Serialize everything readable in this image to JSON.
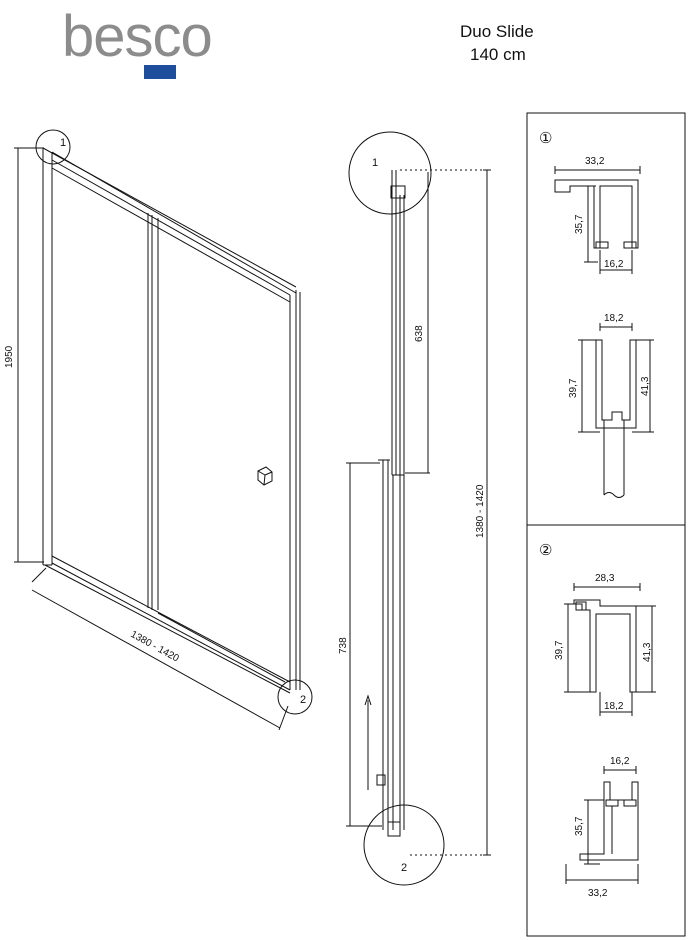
{
  "header": {
    "brand": "besco",
    "title_line1": "Duo Slide",
    "title_line2": "140 cm"
  },
  "colors": {
    "logo_gray": "#8c8c8c",
    "logo_blue": "#1f4e9c",
    "line": "#111111"
  },
  "front_view": {
    "height_label": "1950",
    "width_label": "1380 - 1420",
    "callout_1": "1",
    "callout_2": "2"
  },
  "side_view": {
    "callout_1": "1",
    "callout_2": "2",
    "upper_label": "638",
    "lower_label": "738",
    "total_label": "1380 - 1420"
  },
  "detail_1": {
    "marker": "①",
    "top_profile": {
      "width": "33,2",
      "height": "35,7",
      "bottom": "16,2"
    },
    "bottom_profile": {
      "width": "18,2",
      "left": "39,7",
      "right": "41,3"
    }
  },
  "detail_2": {
    "marker": "②",
    "top_profile": {
      "width": "28,3",
      "left": "39,7",
      "right": "41,3",
      "bottom": "18,2"
    },
    "bottom_profile": {
      "width": "16,2",
      "height": "35,7",
      "bottom": "33,2"
    }
  }
}
